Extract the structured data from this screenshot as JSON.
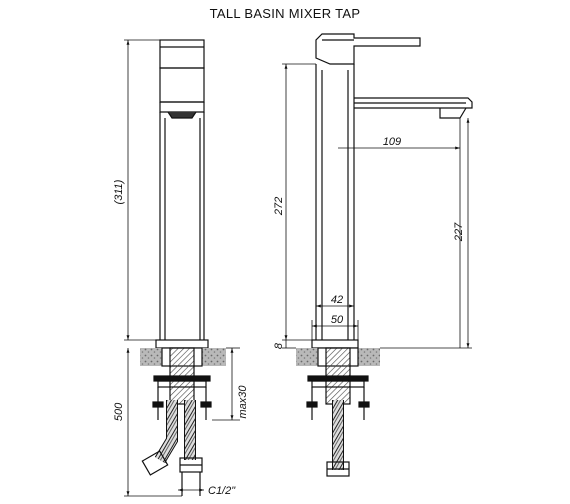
{
  "title": "TALL BASIN MIXER TAP",
  "dimensions": {
    "left_overall_height": "(311)",
    "left_hose_length": "500",
    "left_max_thickness": "max30",
    "thread": "C1/2\"",
    "right_height_272": "272",
    "right_spout_reach": "109",
    "right_spout_height": "227",
    "right_body_42": "42",
    "right_base_50": "50",
    "right_base_8": "8"
  },
  "colors": {
    "line": "#111111",
    "hatch": "#555555",
    "countertop": "#9a9a9a"
  }
}
